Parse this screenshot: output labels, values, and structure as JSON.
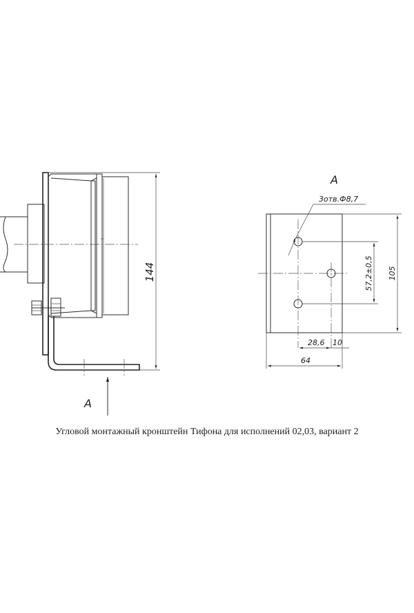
{
  "view_marker_left": "А",
  "view_marker_right": "А",
  "dimensions": {
    "overall_height": "144",
    "hole_spec": "3отв.Ф8,7",
    "hole_spacing": "57,2±0,5",
    "plate_height": "105",
    "hole_offset_x": "28,6",
    "hole_edge_x": "10",
    "plate_width": "64"
  },
  "caption": "Угловой монтажный кронштейн Тифона для исполнений 02,03, вариант 2"
}
